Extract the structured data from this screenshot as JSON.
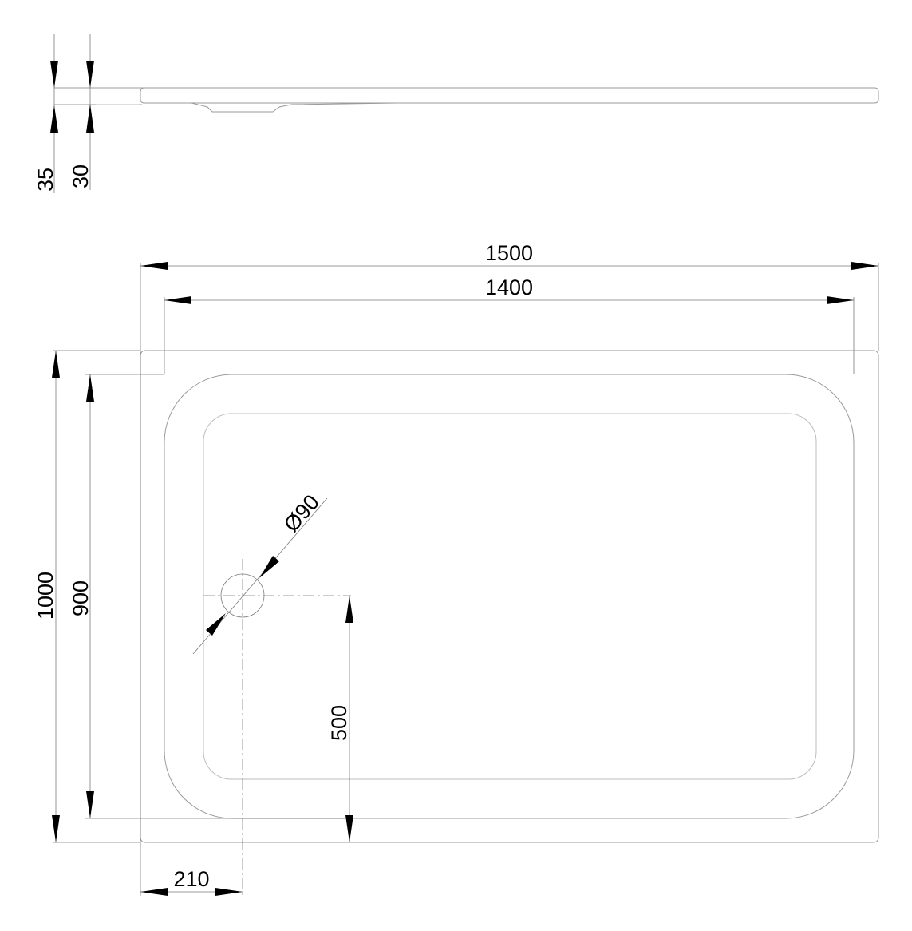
{
  "drawing": {
    "side_view": {
      "dims": {
        "total_height": "35",
        "rim_height": "30"
      }
    },
    "plan_view": {
      "dims": {
        "overall_length": "1500",
        "inner_length": "1400",
        "overall_width": "1000",
        "inner_width": "900",
        "drain_diameter": "Ø90",
        "drain_offset_x": "210",
        "drain_offset_y": "500"
      }
    }
  }
}
